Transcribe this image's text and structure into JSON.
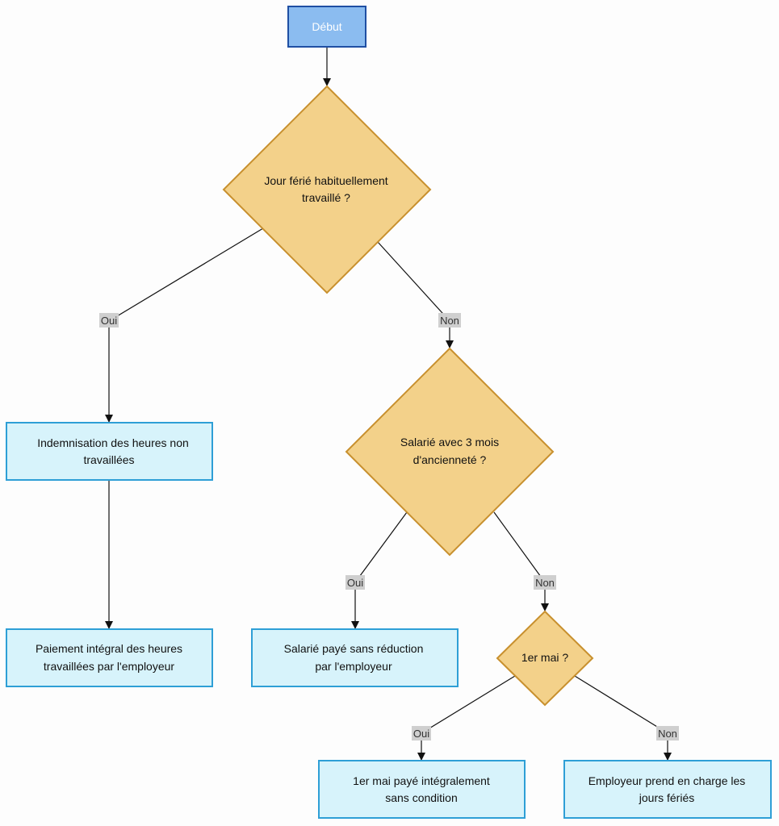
{
  "nodes": {
    "start": "Début",
    "q_habitual": [
      "Jour férié habituellement",
      "travaillé ?"
    ],
    "indemnisation": [
      "Indemnisation des heures non",
      "travaillées"
    ],
    "paiement": [
      "Paiement intégral des heures",
      "travaillées par l'employeur"
    ],
    "q_anciennete": [
      "Salarié avec 3 mois",
      "d'ancienneté ?"
    ],
    "sans_reduction": [
      "Salarié payé sans réduction",
      "par l'employeur"
    ],
    "q_1er_mai": "1er mai ?",
    "mai_paye": [
      "1er mai payé intégralement",
      "sans condition"
    ],
    "employeur_charge": [
      "Employeur prend en charge les",
      "jours fériés"
    ]
  },
  "labels": {
    "oui": "Oui",
    "non": "Non"
  },
  "colors": {
    "start_fill": "#8bbcf0",
    "start_stroke": "#1f4fa3",
    "decision_fill": "#f3d18a",
    "decision_stroke": "#c8902e",
    "process_fill": "#d7f3fb",
    "process_stroke": "#2e9fd6",
    "label_bg": "#cfcfcf"
  }
}
